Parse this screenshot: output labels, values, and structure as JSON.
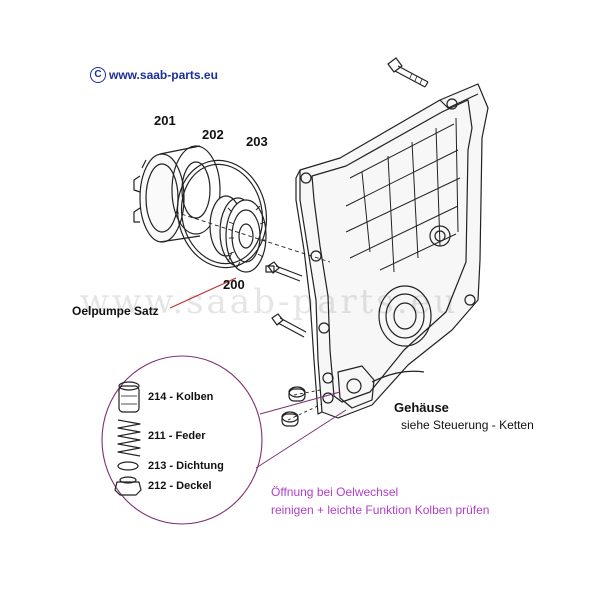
{
  "copyright": {
    "symbol": "C",
    "url": "www.saab-parts.eu"
  },
  "watermark_text": "www.saab-parts.eu",
  "callouts": {
    "n201": "201",
    "n202": "202",
    "n203": "203",
    "n200": "200"
  },
  "oelpumpe_label": "Oelpumpe Satz",
  "parts": [
    {
      "label": "214 - Kolben"
    },
    {
      "label": "211 - Feder"
    },
    {
      "label": "213 - Dichtung"
    },
    {
      "label": "212 - Deckel"
    }
  ],
  "housing": {
    "title": "Gehäuse",
    "subtitle": "siehe Steuerung - Ketten"
  },
  "oil_change_note": {
    "line1": "Öffnung bei Oelwechsel",
    "line2": "reinigen +  leichte Funktion Kolben prüfen",
    "color": "#b040c8"
  },
  "colors": {
    "link": "#1b2f99",
    "pointer": "#c03030",
    "ink": "#222222"
  }
}
